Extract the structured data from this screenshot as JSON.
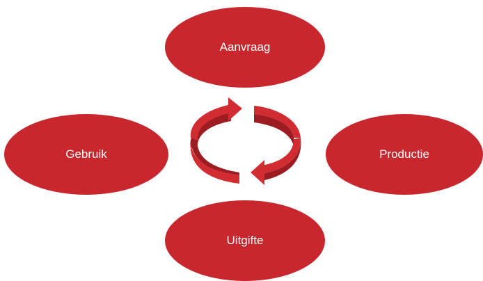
{
  "colors": {
    "node_fill": "#c8282d",
    "node_text": "#ffffff",
    "arrow_top": "#d12c32",
    "arrow_inner": "#9d1c21",
    "arrow_shade": "#7a1418"
  },
  "nodes": {
    "top": {
      "label": "Aanvraag"
    },
    "right": {
      "label": "Productie"
    },
    "bottom": {
      "label": "Uitgifte"
    },
    "left": {
      "label": "Gebruik"
    }
  },
  "cycle_icon": "circular-arrows-icon"
}
